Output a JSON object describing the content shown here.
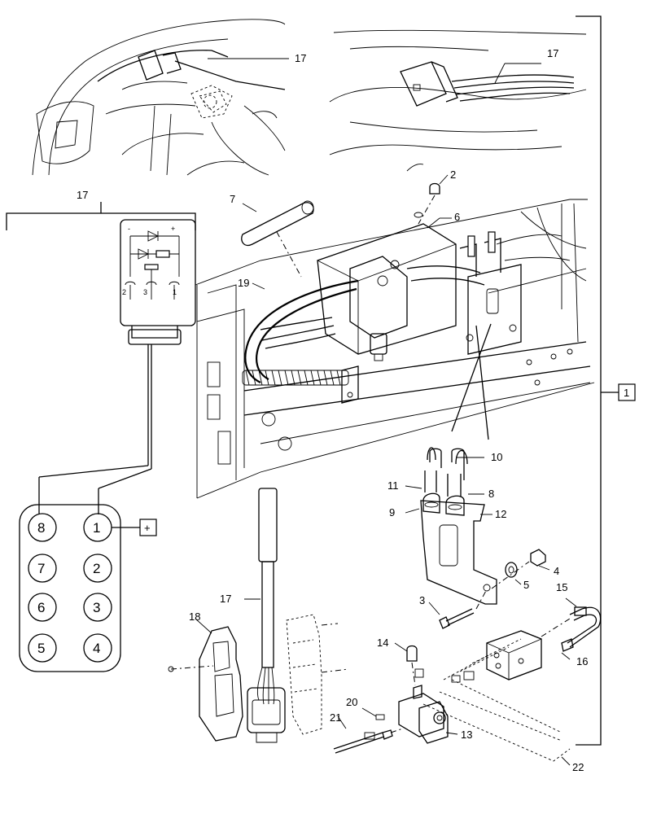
{
  "callouts": [
    {
      "id": "c17a",
      "text": "17"
    },
    {
      "id": "c17b",
      "text": "17"
    },
    {
      "id": "c17c",
      "text": "17"
    },
    {
      "id": "c2",
      "text": "2"
    },
    {
      "id": "c7",
      "text": "7"
    },
    {
      "id": "c6",
      "text": "6"
    },
    {
      "id": "c19",
      "text": "19"
    },
    {
      "id": "c1",
      "text": "1"
    },
    {
      "id": "c10",
      "text": "10"
    },
    {
      "id": "c11",
      "text": "11"
    },
    {
      "id": "c8",
      "text": "8"
    },
    {
      "id": "c9",
      "text": "9"
    },
    {
      "id": "c12",
      "text": "12"
    },
    {
      "id": "c4",
      "text": "4"
    },
    {
      "id": "c5",
      "text": "5"
    },
    {
      "id": "c3",
      "text": "3"
    },
    {
      "id": "c15",
      "text": "15"
    },
    {
      "id": "c17d",
      "text": "17"
    },
    {
      "id": "c18",
      "text": "18"
    },
    {
      "id": "c14",
      "text": "14"
    },
    {
      "id": "c16",
      "text": "16"
    },
    {
      "id": "c20",
      "text": "20"
    },
    {
      "id": "c21",
      "text": "21"
    },
    {
      "id": "c13",
      "text": "13"
    },
    {
      "id": "c22",
      "text": "22"
    }
  ],
  "connector": {
    "pins": [
      "8",
      "1",
      "7",
      "2",
      "6",
      "3",
      "5",
      "4"
    ],
    "plus_box": "+"
  },
  "schematic": {
    "polarity_minus": "-",
    "polarity_plus": "+",
    "pin_labels": [
      "2",
      "3",
      "1"
    ]
  }
}
